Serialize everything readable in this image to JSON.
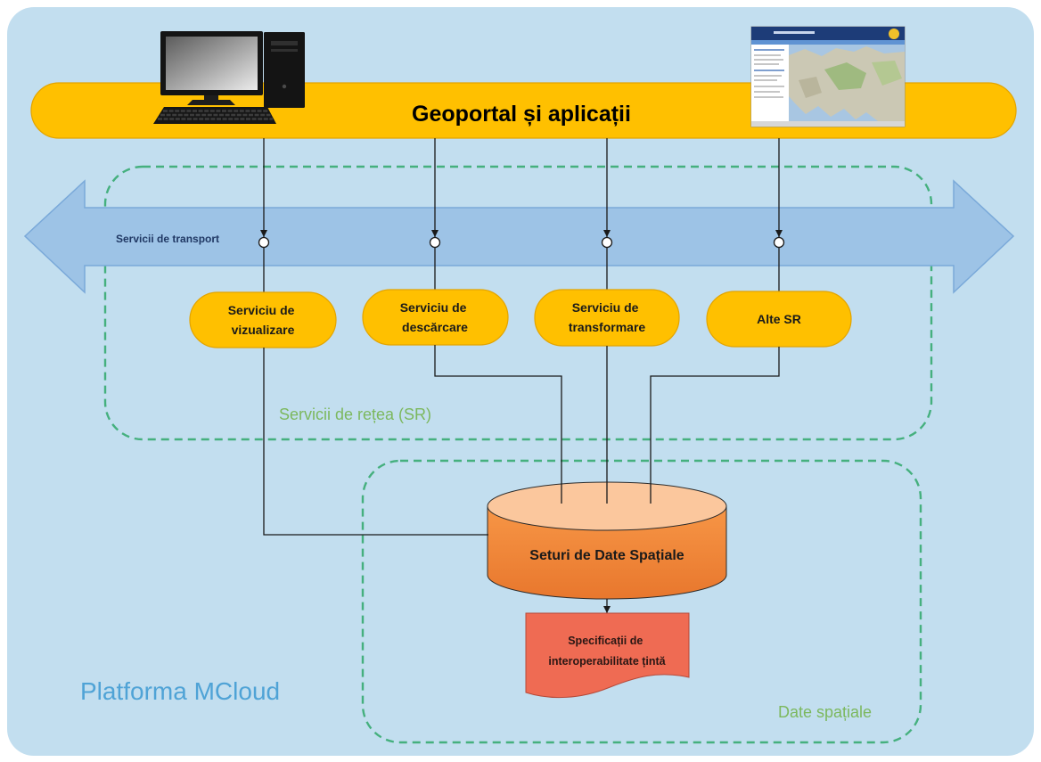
{
  "platform": {
    "label": "Platforma MCloud"
  },
  "geoportal": {
    "label": "Geoportal și aplicații"
  },
  "transport": {
    "label": "Servicii de transport"
  },
  "network_services": {
    "label": "Servicii de rețea (SR)",
    "services": [
      {
        "lines": [
          "Serviciu de",
          "vizualizare"
        ]
      },
      {
        "lines": [
          "Serviciu de",
          "descărcare"
        ]
      },
      {
        "lines": [
          "Serviciu de",
          "transformare"
        ]
      },
      {
        "lines": [
          "Alte SR"
        ]
      }
    ]
  },
  "spatial_data": {
    "label": "Date spațiale",
    "datasets_label": "Seturi de Date Spațiale",
    "specification_lines": [
      "Specificații de",
      "interoperabilitate țintă"
    ]
  },
  "icons": {
    "computer": "desktop-computer-icon",
    "geoportal_screenshot": "map-screenshot-icon"
  },
  "colors": {
    "platform_panel": "#c2deef",
    "geoportal_bar": "#ffc000",
    "service_pill": "#ffc000",
    "transport_arrow": "#9dc3e6",
    "group_border": "#45b07e",
    "group_label": "#7cb85e",
    "platform_label": "#4fa3d6",
    "datasets_top": "#fbc79d",
    "datasets_body": "#f79646",
    "datasets_body_dark": "#e8772d",
    "specification_doc": "#ef6b53"
  }
}
